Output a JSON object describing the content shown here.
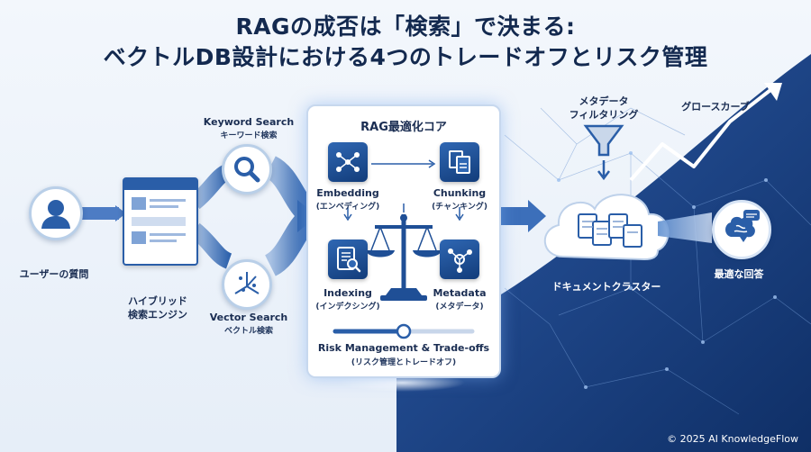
{
  "title": {
    "line1": "RAGの成否は「検索」で決まる:",
    "line2": "ベクトルDB設計における4つのトレードオフとリスク管理"
  },
  "user": {
    "label": "ユーザーの質問"
  },
  "engine": {
    "label_line1": "ハイブリッド",
    "label_line2": "検索エンジン"
  },
  "keyword_search": {
    "label": "Keyword Search",
    "sublabel": "キーワード検索"
  },
  "vector_search": {
    "label": "Vector Search",
    "sublabel": "ベクトル検索"
  },
  "core": {
    "title": "RAG最適化コア",
    "embedding": {
      "label": "Embedding",
      "sublabel": "(エンベディング)"
    },
    "chunking": {
      "label": "Chunking",
      "sublabel": "(チャンキング)"
    },
    "indexing": {
      "label": "Indexing",
      "sublabel": "(インデクシング)"
    },
    "metadata": {
      "label": "Metadata",
      "sublabel": "(メタデータ)"
    },
    "slider_level": 0.5,
    "risk_label": "Risk Management & Trade-offs",
    "risk_sublabel": "(リスク管理とトレードオフ)"
  },
  "filter": {
    "label_line1": "メタデータ",
    "label_line2": "フィルタリング"
  },
  "growth": {
    "label": "グロースカーブ"
  },
  "cluster": {
    "label": "ドキュメントクラスター"
  },
  "answer": {
    "label": "最適な回答"
  },
  "footer": {
    "copyright": "© 2025 AI KnowledgeFlow"
  },
  "colors": {
    "navy": "#13294f",
    "blue": "#2f67b3",
    "dark_blue": "#123c7a",
    "light_blue": "#b9cfe8"
  }
}
